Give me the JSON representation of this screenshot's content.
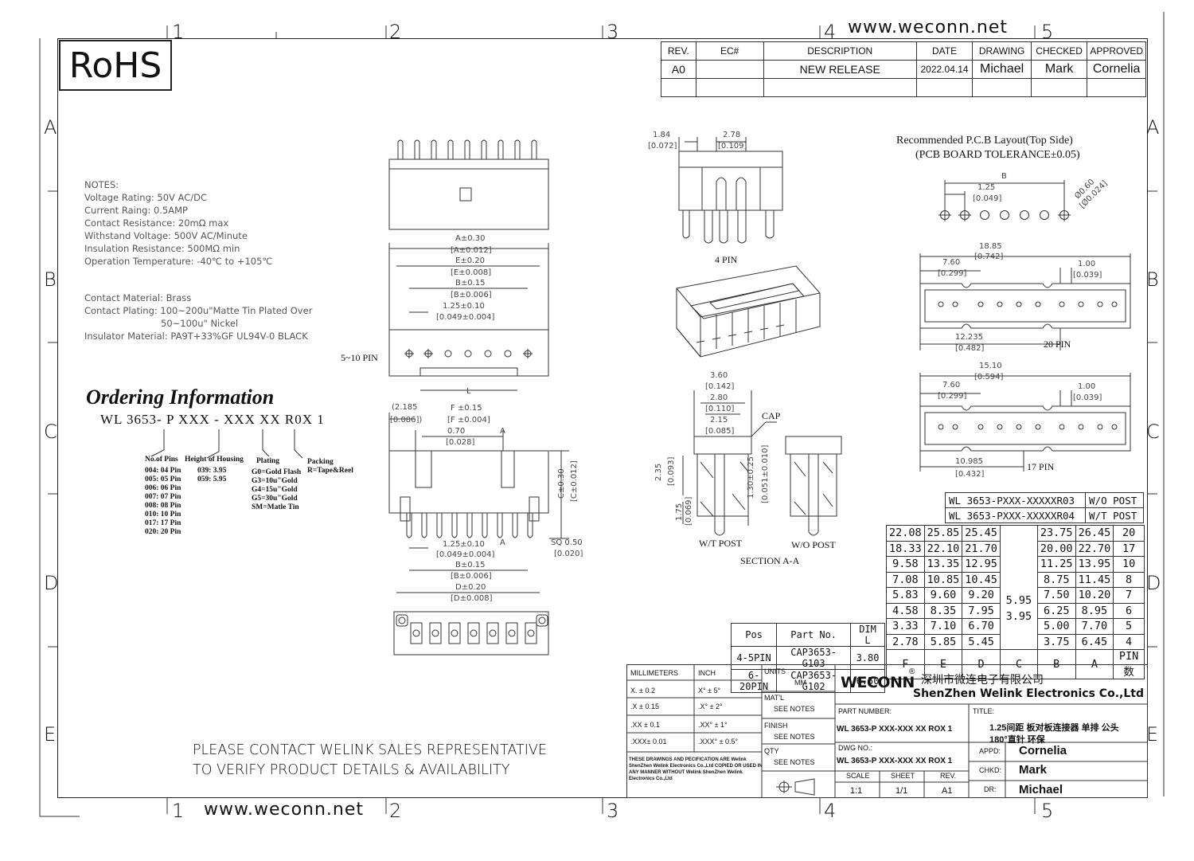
{
  "rohs": "RoHS",
  "url": "www.weconn.net",
  "zones": {
    "cols": [
      "1",
      "2",
      "3",
      "4",
      "5"
    ],
    "rows": [
      "A",
      "B",
      "C",
      "D",
      "E"
    ]
  },
  "revision": {
    "headers": [
      "REV.",
      "EC#",
      "DESCRIPTION",
      "DATE",
      "DRAWING",
      "CHECKED",
      "APPROVED"
    ],
    "row": [
      "A0",
      "",
      "NEW RELEASE",
      "2022.04.14",
      "Michael",
      "Mark",
      "Cornelia"
    ]
  },
  "notes": {
    "heading": "NOTES:",
    "lines": [
      "Voltage Rating: 50V AC/DC",
      "Current Raing: 0.5AMP",
      "Contact Resistance: 20mΩ max",
      "Withstand Voltage: 500V AC/Minute",
      "Insulation Resistance: 500MΩ min",
      "Operation Temperature: -40℃ to +105℃"
    ],
    "materials": [
      "Contact Material: Brass",
      "Contact Plating: 100~200u\"Matte Tin Plated Over",
      "50~100u\" Nickel",
      "Insulator Material: PA9T+33%GF UL94V-0 BLACK"
    ]
  },
  "ordering": {
    "title": "Ordering Information",
    "code": "WL 3653- P XXX - XXX XX R0X 1",
    "pins": {
      "title": "No.of Pins",
      "items": [
        "004: 04 Pin",
        "005: 05 Pin",
        "006: 06 Pin",
        "007: 07 Pin",
        "008: 08 Pin",
        "010: 10 Pin",
        "017: 17 Pin",
        "020: 20 Pin"
      ]
    },
    "height": {
      "title": "Height of Housing",
      "items": [
        "039: 3.95",
        "059: 5.95"
      ]
    },
    "plating": {
      "title": "Plating",
      "items": [
        "G0=Gold Flash",
        "G3=10u\"Gold",
        "G4=15u\"Gold",
        "G5=30u\"Gold",
        "SM=Matle Tin"
      ]
    },
    "packing": {
      "title": "Packing",
      "items": [
        "R=Tape&Reel"
      ]
    }
  },
  "pcb": {
    "title": "Recommended P.C.B Layout(Top Side)",
    "subtitle": "(PCB BOARD TOLERANCE±0.05)"
  },
  "drawing_labels": {
    "pin_5_10": "5~10 PIN",
    "pin_4": "4 PIN",
    "pin_20": "20 PIN",
    "pin_17": "17 PIN",
    "wt_post": "W/T POST",
    "wo_post": "W/O POST",
    "section": "SECTION A-A",
    "cap": "CAP",
    "A_dim": "A±0.30",
    "A_in": "[A±0.012]",
    "E_dim": "E±0.20",
    "E_in": "[E±0.008]",
    "B_dim": "B±0.15",
    "B_in": "[B±0.006]",
    "P_dim": "1.25±0.10",
    "P_in": "[0.049±0.004]",
    "L": "L",
    "F_dim": "F ±0.15",
    "F_in": "[F ±0.004]",
    "d2185": "(2.185",
    "d2185_in": "[0.086])",
    "d070": "0.70",
    "d070_in": "[0.028]",
    "C_dim": "C±0.30",
    "C_in": "[C±0.012]",
    "SQ": "SQ 0.50",
    "SQ_in": "[0.020]",
    "D_dim": "D±0.20",
    "D_in": "[D±0.008]",
    "d184": "1.84",
    "d184_in": "[0.072]",
    "d278": "2.78",
    "d278_in": "[0.109]",
    "d360": "3.60",
    "d360_in": "[0.142]",
    "d280": "2.80",
    "d280_in": "[0.110]",
    "d215": "2.15",
    "d215_in": "[0.085]",
    "d235": "2.35",
    "d235_in": "[0.093]",
    "d175": "1.75",
    "d175_in": "[0.069]",
    "d130": "1.30±0.25",
    "d130_in": "[0.051±0.010]",
    "pcbB": "B",
    "pcb125": "1.25",
    "pcb125_in": "[0.049]",
    "pcb060": "Ø0.60",
    "pcb060_in": "[Ø0.024]",
    "p1885": "18.85",
    "p1885_in": "[0.742]",
    "p760": "7.60",
    "p760_in": "[0.299]",
    "p100": "1.00",
    "p100_in": "[0.039]",
    "p12235": "12.235",
    "p12235_in": "[0.482]",
    "p1510": "15.10",
    "p1510_in": "[0.594]",
    "p10985": "10.985",
    "p10985_in": "[0.432]",
    "A": "A"
  },
  "post_table": [
    [
      "WL 3653-PXXX-XXXXXR03",
      "W/O POST"
    ],
    [
      "WL 3653-PXXX-XXXXXR04",
      "W/T POST"
    ]
  ],
  "dim_table": {
    "headers": [
      "F",
      "E",
      "D",
      "C",
      "B",
      "A",
      "PIN数"
    ],
    "rows": [
      [
        "22.08",
        "25.85",
        "25.45",
        "23.75",
        "26.45",
        "20"
      ],
      [
        "18.33",
        "22.10",
        "21.70",
        "20.00",
        "22.70",
        "17"
      ],
      [
        "9.58",
        "13.35",
        "12.95",
        "11.25",
        "13.95",
        "10"
      ],
      [
        "7.08",
        "10.85",
        "10.45",
        "8.75",
        "11.45",
        "8"
      ],
      [
        "5.83",
        "9.60",
        "9.20",
        "7.50",
        "10.20",
        "7"
      ],
      [
        "4.58",
        "8.35",
        "7.95",
        "6.25",
        "8.95",
        "6"
      ],
      [
        "3.33",
        "7.10",
        "6.70",
        "5.00",
        "7.70",
        "5"
      ],
      [
        "2.78",
        "5.85",
        "5.45",
        "3.75",
        "6.45",
        "4"
      ]
    ],
    "c_values": [
      "5.95",
      "3.95"
    ]
  },
  "parts_table": {
    "headers": [
      "Pos",
      "Part No.",
      "DIM L"
    ],
    "rows": [
      [
        "4-5PIN",
        "CAP3653-G103",
        "3.80"
      ],
      [
        "6-20PIN",
        "CAP3653-G102",
        "6.50"
      ]
    ]
  },
  "title_block": {
    "tol_headers": [
      "MILLIMETERS",
      "INCH"
    ],
    "tol_rows": [
      [
        "X.  ± 0.2",
        "X°  ± 5°"
      ],
      [
        ".X  ± 0.15",
        ".X°  ± 2°"
      ],
      [
        ".XX  ± 0.1",
        ".XX°  ± 1°"
      ],
      [
        ".XXX± 0.01",
        ".XXX°  ± 0.5°"
      ]
    ],
    "units_label": "UNITS",
    "units": "MM",
    "matl_label": "MAT'L",
    "matl": "SEE NOTES",
    "finish_label": "FINISH",
    "finish": "SEE NOTES",
    "qty_label": "QTY",
    "qty": "SEE NOTES",
    "disclaimer": "THESE DRAWINGS AND PECIFICATION  ARE Welink ShenZhen Welink Electronics Co.,Ltd  COPIED OR USED IN ANY MANNER WITHOUT Welink ShenZhen Welink Electronics Co.,Ltd",
    "brand": "WECONN",
    "company_cn": "深圳市微连电子有限公司",
    "company_en": "ShenZhen Welink Electronics Co.,Ltd",
    "part_number_label": "PART NUMBER:",
    "part_number": "WL 3653-P XXX-XXX XX ROX 1",
    "dwg_label": "DWG NO.:",
    "dwg": "WL 3653-P XXX-XXX XX ROX 1",
    "title_label": "TITLE:",
    "title_line1": "1.25间距 板对板连接器 单排 公头",
    "title_line2": "180°直针 环保",
    "scale_label": "SCALE",
    "scale": "1:1",
    "sheet_label": "SHEET",
    "sheet": "1/1",
    "rev_label": "REV.",
    "rev": "A1",
    "appd_label": "APPD:",
    "appd": "Cornelia",
    "chkd_label": "CHKD:",
    "chkd": "Mark",
    "dr_label": "DR:",
    "dr": "Michael"
  },
  "contact": [
    "PLEASE CONTACT WELINK SALES REPRESENTATIVE",
    "TO VERIFY PRODUCT DETAILS & AVAILABILITY"
  ]
}
